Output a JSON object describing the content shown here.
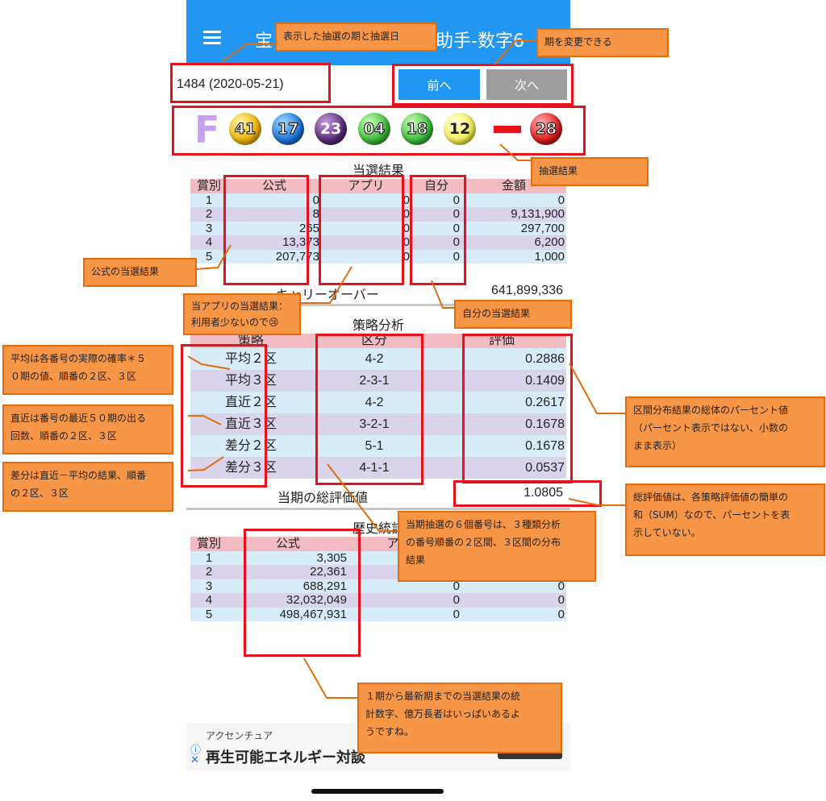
{
  "app": {
    "title_left": "宝",
    "title_right": "助手-数字6"
  },
  "draw": {
    "period": "1484 (2020-05-21)",
    "prev_label": "前へ",
    "next_label": "次へ",
    "letter": "F",
    "balls": [
      "41",
      "17",
      "23",
      "04",
      "18",
      "12"
    ],
    "special": "28"
  },
  "results": {
    "title": "当選結果",
    "headers": [
      "賞別",
      "公式",
      "アプリ",
      "自分",
      "金額"
    ],
    "rows": [
      [
        "1",
        "0",
        "0",
        "0",
        "0"
      ],
      [
        "2",
        "8",
        "0",
        "0",
        "9,131,900"
      ],
      [
        "3",
        "265",
        "0",
        "0",
        "297,700"
      ],
      [
        "4",
        "13,373",
        "0",
        "0",
        "6,200"
      ],
      [
        "5",
        "207,773",
        "0",
        "0",
        "1,000"
      ]
    ],
    "carryover_label": "キャリーオーバー",
    "carryover_value": "641,899,336"
  },
  "strategy": {
    "title": "策略分析",
    "headers": [
      "策略",
      "区分",
      "評価"
    ],
    "rows": [
      [
        "平均２区",
        "4-2",
        "0.2886"
      ],
      [
        "平均３区",
        "2-3-1",
        "0.1409"
      ],
      [
        "直近２区",
        "4-2",
        "0.2617"
      ],
      [
        "直近３区",
        "3-2-1",
        "0.1678"
      ],
      [
        "差分２区",
        "5-1",
        "0.1678"
      ],
      [
        "差分３区",
        "4-1-1",
        "0.0537"
      ]
    ],
    "total_label": "当期の総評価値",
    "total_value": "1.0805"
  },
  "history": {
    "title": "歴史統計",
    "headers": [
      "賞別",
      "公式",
      "アプリ",
      ""
    ],
    "rows": [
      [
        "1",
        "3,305",
        "",
        ""
      ],
      [
        "2",
        "22,361",
        "",
        ""
      ],
      [
        "3",
        "688,291",
        "0",
        "0"
      ],
      [
        "4",
        "32,032,049",
        "0",
        "0"
      ],
      [
        "5",
        "498,467,931",
        "0",
        "0"
      ]
    ]
  },
  "ad": {
    "brand": "アクセンチュア",
    "text": "再生可能エネルギー対談"
  },
  "notes": {
    "period_note": "表示した抽選の期と抽選日",
    "change_note": "期を変更できる",
    "draw_note": "抽選結果",
    "official_note": "公式の当選結果",
    "app_note_1": "当アプリの当選結果：",
    "app_note_2": "利用者少ないので😢",
    "self_note": "自分の当選結果",
    "avg_note_1": "平均は各番号の実際の確率＊５",
    "avg_note_2": "０期の値、順番の２区、３区",
    "recent_note_1": "直近は番号の最近５０期の出る",
    "recent_note_2": "回数、順番の２区、３区",
    "diff_note_1": "差分は直近－平均の結果、順番",
    "diff_note_2": "の２区、３区",
    "dist_note_1": "区間分布結果の総体のパーセント値",
    "dist_note_2": "（パーセント表示ではない、小数の",
    "dist_note_3": "まま表示）",
    "total_note_1": "総評価値は、各策略評価値の簡単の",
    "total_note_2": "和（SUM）なので、パーセントを表",
    "total_note_3": "示していない。",
    "six_note_1": "当期抽選の６個番号は、３種類分析",
    "six_note_2": "の番号順番の２区間、３区間の分布",
    "six_note_3": "結果",
    "hist_note_1": "１期から最新期までの当選結果の統",
    "hist_note_2": "計数字、億万長者はいっぱいあるよ",
    "hist_note_3": "うですね。"
  },
  "colors": {
    "appbar": "#2196f3",
    "note_bg": "#f79646",
    "highlight": "#e8101a",
    "header_row": "#f3bcc2"
  }
}
